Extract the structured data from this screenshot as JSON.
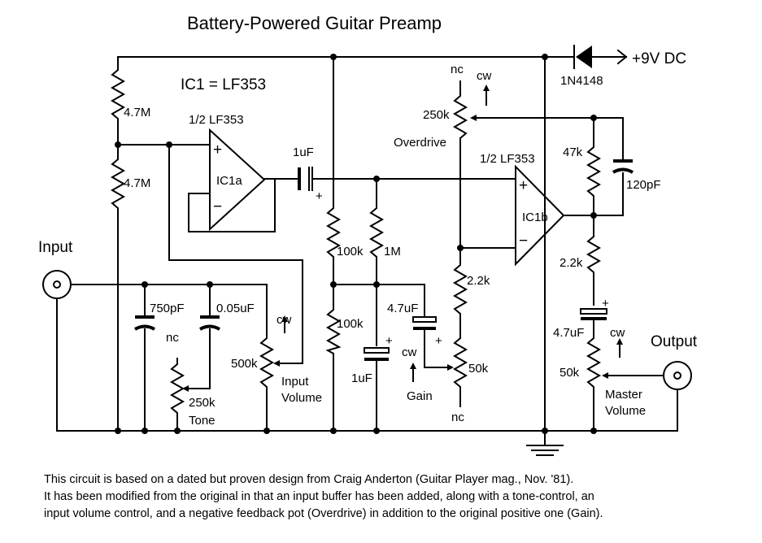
{
  "title": "Battery-Powered Guitar Preamp",
  "ic_note": "IC1 = LF353",
  "supply_label": "+9V DC",
  "diode_label": "1N4148",
  "opamps": {
    "a": {
      "header": "1/2 LF353",
      "name": "IC1a"
    },
    "b": {
      "header": "1/2 LF353",
      "name": "IC1b"
    }
  },
  "op_signs": {
    "plus": "+",
    "minus": "−"
  },
  "io": {
    "input": "Input",
    "output": "Output"
  },
  "resistors": {
    "r_top": "4.7M",
    "r_bottom": "4.7M",
    "r_100k_upper": "100k",
    "r_100k_lower": "100k",
    "r_1m": "1M",
    "r_2_2k_left": "2.2k",
    "r_47k": "47k",
    "r_2_2k_right": "2.2k"
  },
  "capacitors": {
    "c_1uf_top": "1uF",
    "c_1uf_top_plus": "+",
    "c_750pf": "750pF",
    "c_005uf": "0.05uF",
    "c_47uf_left": "4.7uF",
    "c_47uf_left_plus": "+",
    "c_1uf_bottom": "1uF",
    "c_1uf_bottom_plus": "+",
    "c_120pf": "120pF",
    "c_47uf_right": "4.7uF",
    "c_47uf_right_plus": "+"
  },
  "pots": {
    "tone": {
      "value": "250k",
      "name": "Tone",
      "nc": "nc"
    },
    "input_volume": {
      "value": "500k",
      "name_line1": "Input",
      "name_line2": "Volume",
      "cw": "cw"
    },
    "gain": {
      "value": "50k",
      "name": "Gain",
      "cw": "cw",
      "nc": "nc"
    },
    "overdrive": {
      "value": "250k",
      "name": "Overdrive",
      "cw": "cw",
      "nc": "nc"
    },
    "master_volume": {
      "value": "50k",
      "name_line1": "Master",
      "name_line2": "Volume",
      "cw": "cw"
    }
  },
  "caption": {
    "line1": "This circuit is based on a dated but proven design from Craig Anderton (Guitar Player mag., Nov. '81).",
    "line2": "It has been modified from the original in that an input buffer has been added, along with a tone-control, an",
    "line3": "input volume control, and a negative feedback pot (Overdrive) in addition to the original positive one (Gain)."
  }
}
